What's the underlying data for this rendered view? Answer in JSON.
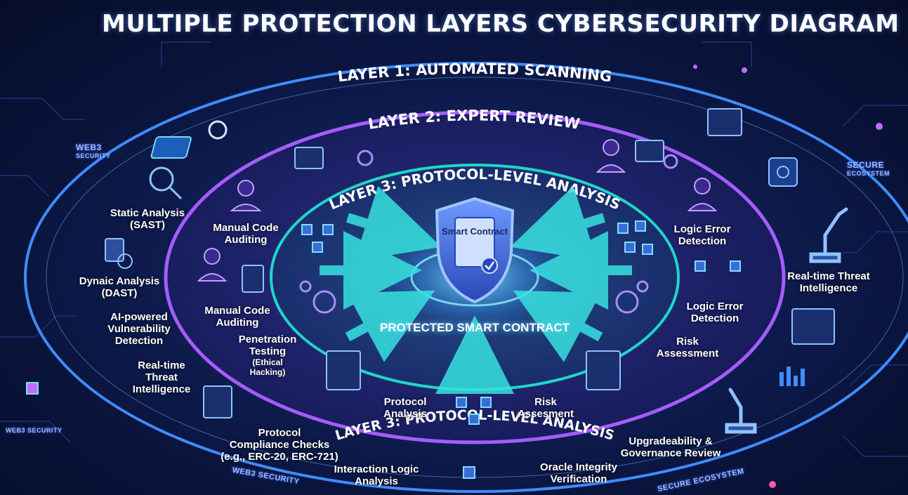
{
  "title": "MULTIPLE PROTECTION LAYERS CYBERSECURITY DIAGRAM",
  "rings": {
    "layer1": "LAYER 1: AUTOMATED SCANNING",
    "layer2": "LAYER 2: EXPERT REVIEW",
    "layer3_top": "LAYER 3: PROTOCOL-LEVEL ANALYSIS",
    "layer3_bottom": "LAYER 3: PROTOCOL-LEVEL ANALYSIS"
  },
  "center": {
    "shield_line1": "Smart",
    "shield_line2": "Contract",
    "title_line1": "PROTECTED",
    "title_line2": "SMART CONTRACT"
  },
  "labels": {
    "sast": [
      "Static Analysis",
      "(SAST)"
    ],
    "dast": [
      "Dynaic Analysis",
      "(DAST)"
    ],
    "ai": [
      "AI-powered",
      "Vulnerability",
      "Detection"
    ],
    "rtti_left": [
      "Real-time",
      "Threat",
      "Intelligence"
    ],
    "protocol_compliance": [
      "Protocol",
      "Compliance Checks",
      "(e.g., ERC-20, ERC-721)"
    ],
    "interaction": [
      "Interaction Logic",
      "Analysis"
    ],
    "oracle": [
      "Oracle Integrity",
      "Verification"
    ],
    "upgradeability": [
      "Upgradeability &",
      "Governance Review"
    ],
    "rtti_right": [
      "Real-time Threat",
      "Intelligence"
    ],
    "manual1": [
      "Manual Code",
      "Auditing"
    ],
    "manual2": [
      "Manual Code",
      "Auditing"
    ],
    "pentest": [
      "Penetration",
      "Testing"
    ],
    "pentest_sub": [
      "(Ethical",
      "Hacking)"
    ],
    "logic1": [
      "Logic Error",
      "Detection"
    ],
    "logic2": [
      "Logic Error",
      "Detection"
    ],
    "risk_outer": [
      "Risk",
      "Assessment"
    ],
    "protocol_inner": [
      "Protocol",
      "Analysis"
    ],
    "risk_inner": [
      "Risk",
      "Assesment"
    ]
  },
  "corners": {
    "web3_top_left_1": "WEB3",
    "web3_top_left_2": "SECURITY",
    "secure_right_1": "SECURE",
    "secure_right_2": "ECOSYSTEM",
    "web3_bottom_left": "WEB3 SECURITY",
    "web3_bottom_ring": "WEB3 SECURITY",
    "secure_bottom_ring": "SECURE ECOSYSTEM"
  },
  "colors": {
    "background": "#0c1845",
    "layer1_ring": "#3f8cff",
    "layer2_ring": "#a55cff",
    "layer3_ring": "#1fd6c8",
    "shield": "#4d7dff",
    "arrow": "#37e2e0"
  },
  "icons": [
    "magnifier-icon",
    "document-icon",
    "auditor-headset-icon",
    "laptop-code-icon",
    "gear-icon",
    "blockchain-cube-icon",
    "robot-arm-icon",
    "lock-chip-icon",
    "monitor-code-icon",
    "shield-icon"
  ]
}
